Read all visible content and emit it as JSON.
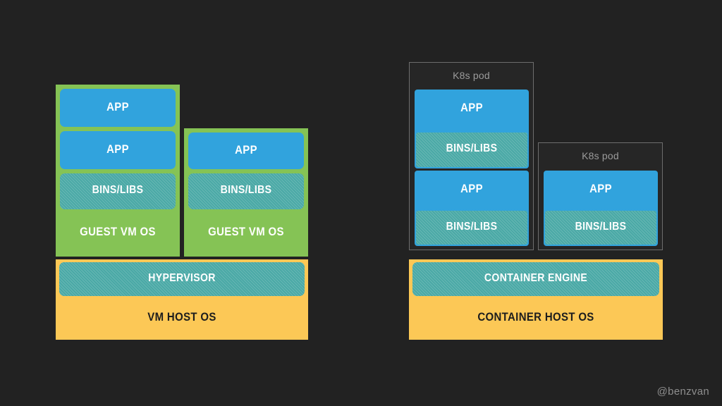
{
  "background_color": "#222222",
  "palette": {
    "green_vm": "#85c355",
    "blue_app": "#31a3dd",
    "teal_hatch": "#4aa9a6",
    "yellow_host": "#fcc856",
    "pod_border": "#6d6d6d",
    "pod_fill": "#262626",
    "text_light": "#ffffff",
    "text_dark": "#1d1d1d",
    "text_muted": "#9b9b9b"
  },
  "diagram": {
    "left": {
      "name": "virtual-machine-stack",
      "host_os_label": "VM HOST OS",
      "hypervisor_label": "HYPERVISOR",
      "vms": [
        {
          "guest_os_label": "GUEST VM OS",
          "bins_libs_label": "BINS/LIBS",
          "apps": [
            "APP",
            "APP"
          ]
        },
        {
          "guest_os_label": "GUEST VM OS",
          "bins_libs_label": "BINS/LIBS",
          "apps": [
            "APP"
          ]
        }
      ]
    },
    "right": {
      "name": "container-stack",
      "host_os_label": "CONTAINER HOST OS",
      "engine_label": "CONTAINER ENGINE",
      "pods": [
        {
          "title": "K8s pod",
          "containers": [
            {
              "app_label": "APP",
              "bins_libs_label": "BINS/LIBS"
            },
            {
              "app_label": "APP",
              "bins_libs_label": "BINS/LIBS"
            }
          ]
        },
        {
          "title": "K8s pod",
          "containers": [
            {
              "app_label": "APP",
              "bins_libs_label": "BINS/LIBS"
            }
          ]
        }
      ]
    }
  },
  "watermark": "@benzvan"
}
